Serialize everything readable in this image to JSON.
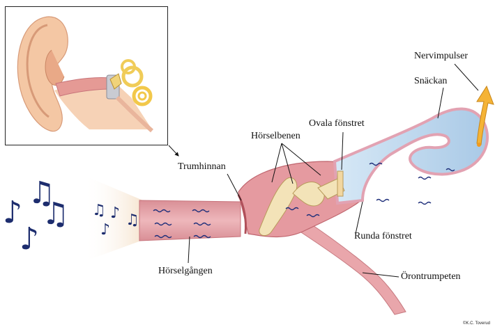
{
  "labels": {
    "trumhinnan": "Trumhinnan",
    "horselbenen": "Hörselbenen",
    "ovala_fonstret": "Ovala fönstret",
    "nervimpulser": "Nervimpulser",
    "snackan": "Snäckan",
    "runda_fonstret": "Runda fönstret",
    "horselgangen": "Hörselgången",
    "orontrumpeten": "Örontrumpeten"
  },
  "credit": "©K.C. Toverud",
  "icons": {
    "music_notes": "music-notes-icon",
    "ear": "outer-ear-illustration",
    "arrow": "nerve-impulse-arrow-icon"
  },
  "colors": {
    "canal": "#e8a9ae",
    "canal_dark": "#c9707a",
    "cochlea_fill": "#c7dff0",
    "cochlea_edge": "#e6a6b4",
    "bone": "#f3e3b8",
    "wave": "#1f2f7a",
    "note": "#1d2d6e",
    "arrow": "#f5b335",
    "ear_skin": "#f2c3a0"
  }
}
